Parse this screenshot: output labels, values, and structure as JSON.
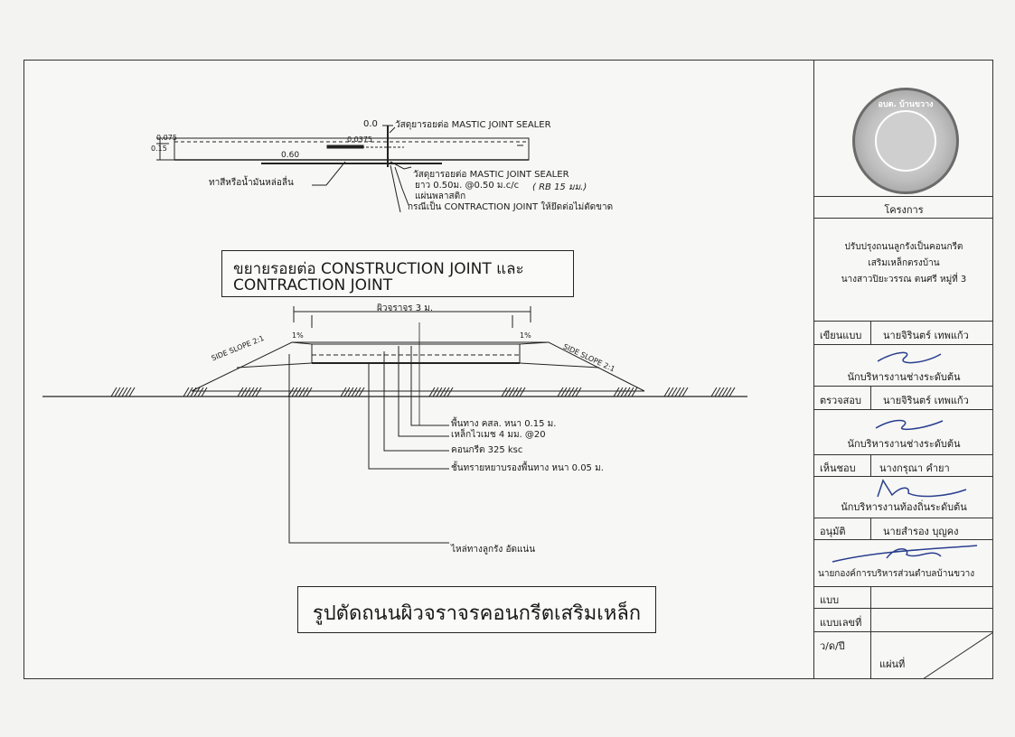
{
  "detail": {
    "dim_0_0": "0.0",
    "dim_0_075": "0.075",
    "dim_0_15": "0.15",
    "dim_0_0375": "0.0375",
    "dim_0_60": "0.60",
    "note_top_sealer": "วัสดุยารอยต่อ MASTIC JOINT SEALER",
    "note_bottom_sealer": "วัสดุยารอยต่อ MASTIC JOINT SEALER",
    "note_dowel": "ยาว 0.50ม. @0.50 ม.c/c",
    "note_dowel_hand": "( RB 15 มม.)",
    "note_plastic": "แผ่นพลาสติก",
    "note_contraction": "กรณีเป็น CONTRACTION JOINT ให้ยึดต่อไม่ตัดขาด",
    "note_tar": "ทาสีหรือน้ำมันหล่อลื่น"
  },
  "detail_title": {
    "line1": "ขยายรอยต่อ CONSTRUCTION JOINT และ",
    "line2": "CONTRACTION JOINT"
  },
  "section": {
    "width_label": "ผิวจราจร 3 ม.",
    "slope_left": "SIDE SLOPE 2:1",
    "slope_right": "SIDE SLOPE 2:1",
    "frac_left": "1%",
    "frac_right": "1%",
    "callout_1": "พื้นทาง คสล. หนา 0.15 ม.",
    "callout_2": "เหล็กไวเมช 4 มม. @20",
    "callout_3": "คอนกรีต 325 ksc",
    "callout_4": "ชั้นทรายหยาบรองพื้นทาง หนา 0.05 ม.",
    "callout_5": "ไหล่ทางลูกรัง อัดแน่น"
  },
  "main_title": "รูปตัดถนนผิวจราจรคอนกรีตเสริมเหล็ก",
  "title_block": {
    "seal_text": "อบต. บ้านขวาง",
    "project_label": "โครงการ",
    "project_line1": "ปรับปรุงถนนลูกรังเป็นคอนกรีต",
    "project_line2": "เสริมเหล็กตรงบ้าน",
    "project_line3": "นางสาวปิยะวรรณ ตนศรี หมู่ที่ 3",
    "designed_label": "เขียนแบบ",
    "designed_name": "นายจิรินตร์ เทพแก้ว",
    "designed_position": "นักบริหารงานช่างระดับต้น",
    "checked_label": "ตรวจสอบ",
    "checked_name": "นายจิรินตร์ เทพแก้ว",
    "checked_position": "นักบริหารงานช่างระดับต้น",
    "agreed_label": "เห็นชอบ",
    "agreed_name": "นางกรุณา คำยา",
    "agreed_position": "นักบริหารงานท้องถิ่นระดับต้น",
    "approved_label": "อนุมัติ",
    "approved_name": "นายสำรอง บุญคง",
    "approved_position": "นายกองค์การบริหารส่วนตำบลบ้านขวาง",
    "type_label": "แบบ",
    "number_label": "แบบเลขที่",
    "date_label": "ว/ด/ปี",
    "sheet_label": "แผ่นที่"
  },
  "colors": {
    "ink": "#1a1a1a",
    "signature": "#2a3f8f",
    "paper": "#f7f7f5"
  }
}
